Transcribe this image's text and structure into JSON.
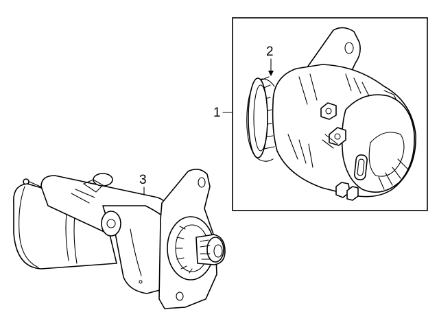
{
  "callouts": {
    "alternator": "1",
    "pulley": "2",
    "starter": "3"
  },
  "colors": {
    "stroke": "#000000",
    "background": "#ffffff"
  }
}
